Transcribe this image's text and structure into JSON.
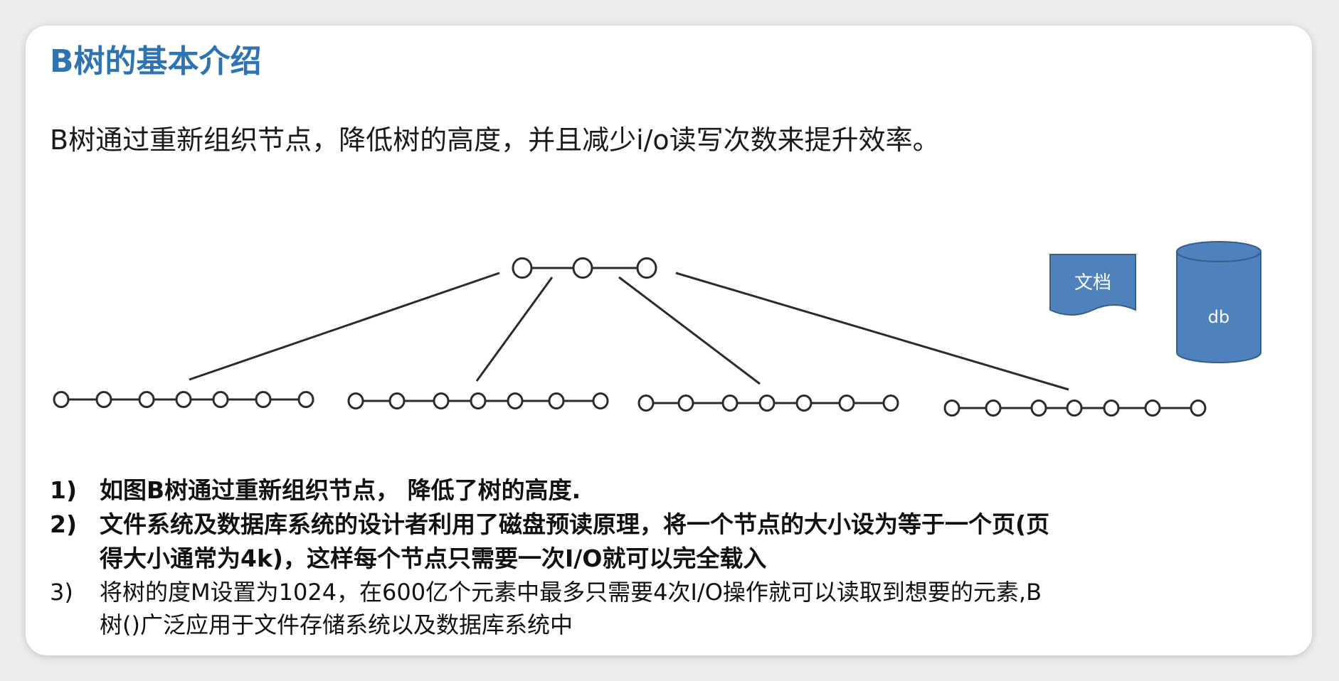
{
  "title": "B树的基本介绍",
  "intro": "B树通过重新组织节点，降低树的高度，并且减少i/o读写次数来提升效率。",
  "diagram": {
    "doc_label": "文档",
    "db_label": "db",
    "colors": {
      "shape_fill": "#4f81bd",
      "shape_stroke": "#385d8a",
      "shape_text": "#ffffff",
      "line": "#2b2b2b"
    }
  },
  "points": [
    {
      "num": "1)",
      "lines": [
        "如图B树通过重新组织节点， 降低了树的高度."
      ]
    },
    {
      "num": "2)",
      "lines": [
        "文件系统及数据库系统的设计者利用了磁盘预读原理，将一个节点的大小设为等于一个页(页",
        "得大小通常为4k)，这样每个节点只需要一次I/O就可以完全载入"
      ]
    },
    {
      "num": "3)",
      "lines": [
        "将树的度M设置为1024，在600亿个元素中最多只需要4次I/O操作就可以读取到想要的元素,B",
        "树()广泛应用于文件存储系统以及数据库系统中"
      ]
    }
  ]
}
